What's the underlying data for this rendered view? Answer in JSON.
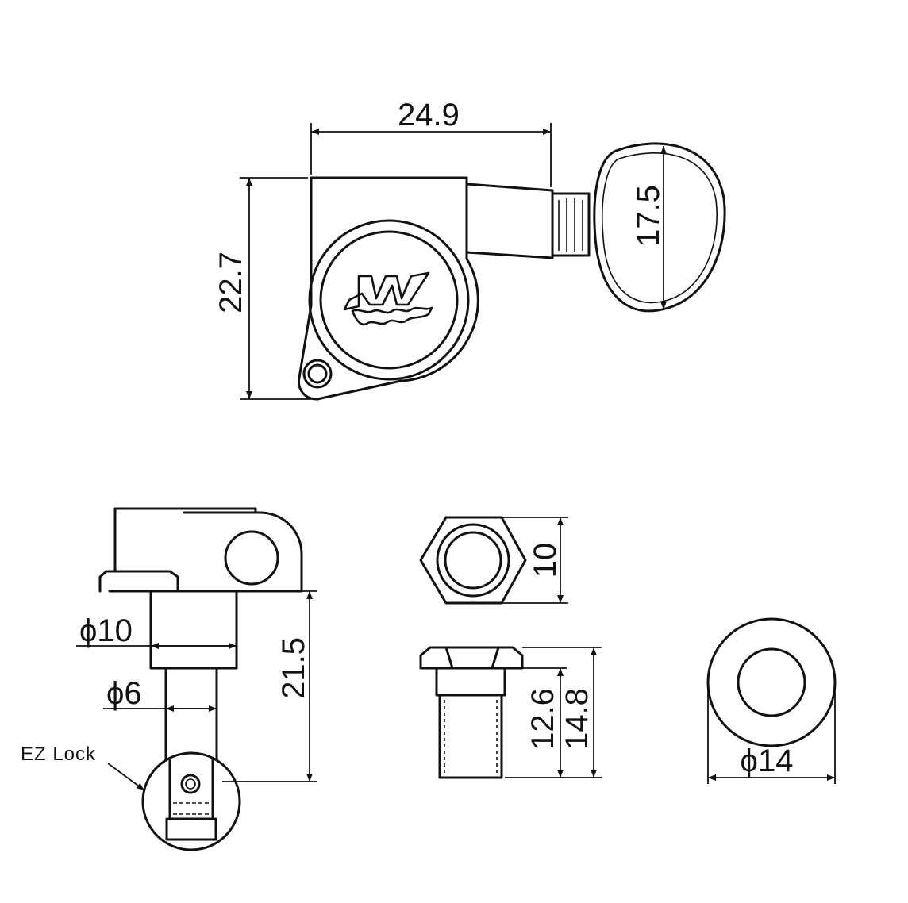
{
  "dimensions": {
    "body_width": "24.9",
    "body_height": "22.7",
    "button_height": "17.5",
    "bushing_dia": "ϕ10",
    "post_dia": "ϕ6",
    "post_length": "21.5",
    "hex_nut_width": "10",
    "nut_height_inner": "12.6",
    "nut_height_outer": "14.8",
    "washer_dia": "ϕ14"
  },
  "labels": {
    "ez_lock": "EZ Lock"
  },
  "icons": {
    "logo": "wk-logo"
  }
}
